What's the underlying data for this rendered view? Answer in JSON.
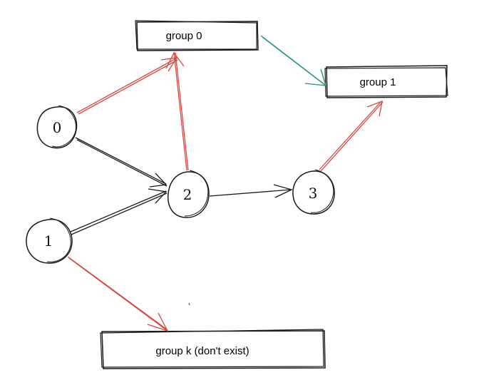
{
  "groups": {
    "group0": {
      "label": "group 0"
    },
    "group1": {
      "label": "group 1"
    },
    "groupk": {
      "label": "group k (don't exist)"
    }
  },
  "nodes": {
    "n0": {
      "label": "0"
    },
    "n1": {
      "label": "1"
    },
    "n2": {
      "label": "2"
    },
    "n3": {
      "label": "3"
    }
  },
  "colors": {
    "ink": "#1a1a1a",
    "red_edge": "#e0423c",
    "green_edge": "#1e9a6a"
  },
  "edges": [
    {
      "from": "0",
      "to": "group 0",
      "color": "red"
    },
    {
      "from": "2",
      "to": "group 0",
      "color": "red"
    },
    {
      "from": "group 0",
      "to": "group 1",
      "color": "green"
    },
    {
      "from": "3",
      "to": "group 1",
      "color": "red"
    },
    {
      "from": "0",
      "to": "2",
      "color": "black"
    },
    {
      "from": "1",
      "to": "2",
      "color": "black"
    },
    {
      "from": "2",
      "to": "3",
      "color": "black"
    },
    {
      "from": "1",
      "to": "group k (don't exist)",
      "color": "red"
    }
  ]
}
